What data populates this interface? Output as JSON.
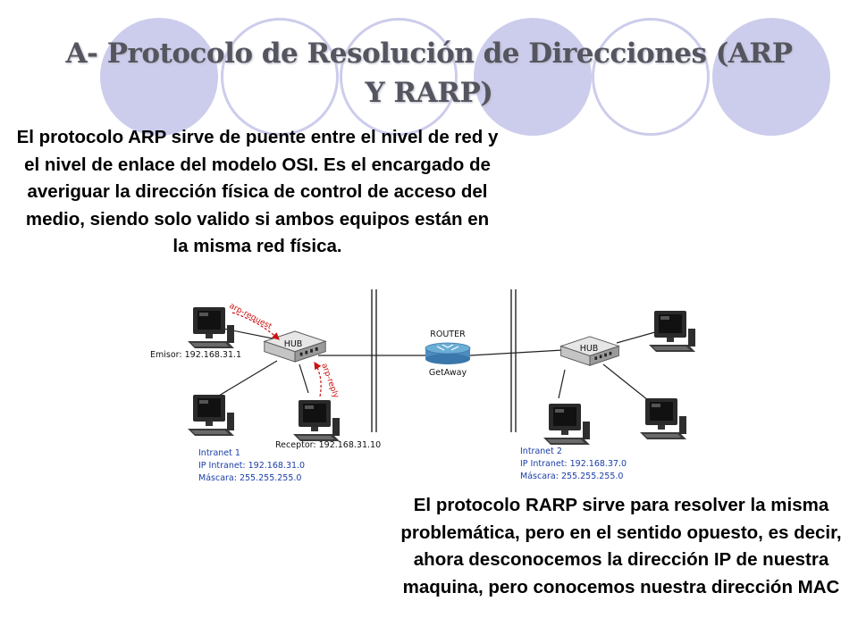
{
  "slide": {
    "title": "A- Protocolo de Resolución de Direcciones (ARP Y RARP)",
    "intro_text": "El protocolo ARP sirve de puente entre el nivel de red y el nivel de enlace del modelo OSI. Es el encargado de averiguar la dirección física de control de acceso del medio, siendo solo valido si ambos equipos están en la misma red física.",
    "outro_text": "El protocolo RARP sirve para resolver la misma problemática, pero en el sentido opuesto, es decir, ahora desconocemos la dirección IP de nuestra maquina, pero conocemos nuestra dirección MAC",
    "theme": {
      "circle_color": "#ccccec",
      "title_color": "#55555f",
      "intranet_text_color": "#1a3ea8",
      "arp_label_color": "#cc1111"
    }
  },
  "diagram": {
    "hub_left_label": "HUB",
    "hub_right_label": "HUB",
    "router_label": "ROUTER",
    "router_sublabel": "GetAway",
    "emisor_label": "Emisor: 192.168.31.1",
    "receptor_label": "Receptor: 192.168.31.10",
    "arp_request_label": "arp-request",
    "arp_reply_label": "arp-reply",
    "intranet1": {
      "name": "Intranet 1",
      "ip": "IP Intranet: 192.168.31.0",
      "mask": "Máscara: 255.255.255.0"
    },
    "intranet2": {
      "name": "Intranet 2",
      "ip": "IP Intranet: 192.168.37.0",
      "mask": "Máscara: 255.255.255.0"
    }
  }
}
